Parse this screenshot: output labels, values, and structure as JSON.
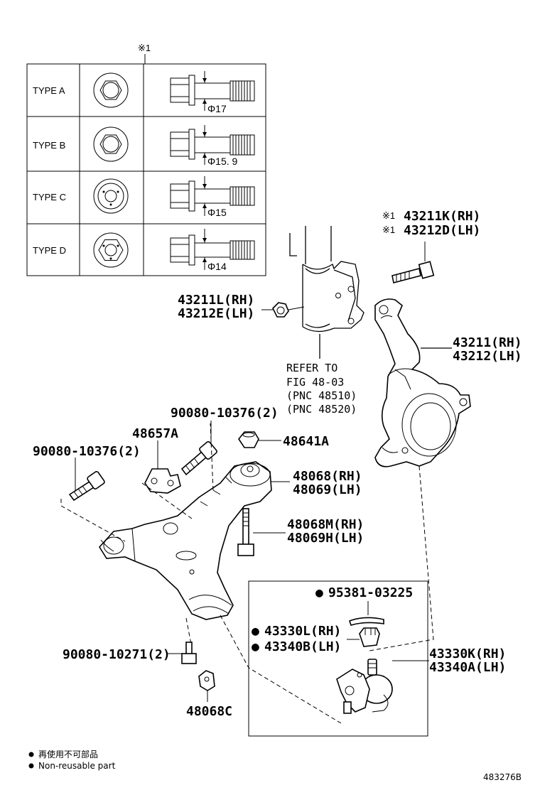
{
  "note_symbol": "※1",
  "types_table": [
    {
      "type": "TYPE A",
      "dim": "Φ17"
    },
    {
      "type": "TYPE B",
      "dim": "Φ15. 9"
    },
    {
      "type": "TYPE C",
      "dim": "Φ15"
    },
    {
      "type": "TYPE D",
      "dim": "Φ14"
    }
  ],
  "parts": {
    "p43211k": "43211K(RH)",
    "p43212d": "43212D(LH)",
    "mark1": "※1",
    "mark2": "※1",
    "p43211l": "43211L(RH)",
    "p43212e": "43212E(LH)",
    "p43211": "43211(RH)",
    "p43212": "43212(LH)",
    "refer1": "REFER TO",
    "refer2": "FIG 48-03",
    "refer3": "(PNC 48510)",
    "refer4": "(PNC 48520)",
    "p90080_376_top": "90080-10376(2)",
    "p48657a": "48657A",
    "p48641a": "48641A",
    "p90080_376_left": "90080-10376(2)",
    "p48068": "48068(RH)",
    "p48069": "48069(LH)",
    "p48068m": "48068M(RH)",
    "p48069h": "48069H(LH)",
    "p95381": "95381-03225",
    "p43330l": "43330L(RH)",
    "p43340b": "43340B(LH)",
    "p43330k": "43330K(RH)",
    "p43340a": "43340A(LH)",
    "p90080_271": "90080-10271(2)",
    "p48068c": "48068C"
  },
  "legend": {
    "line1": "再使用不可部品",
    "line2": "Non-reusable part"
  },
  "drawing_id": "483276B"
}
